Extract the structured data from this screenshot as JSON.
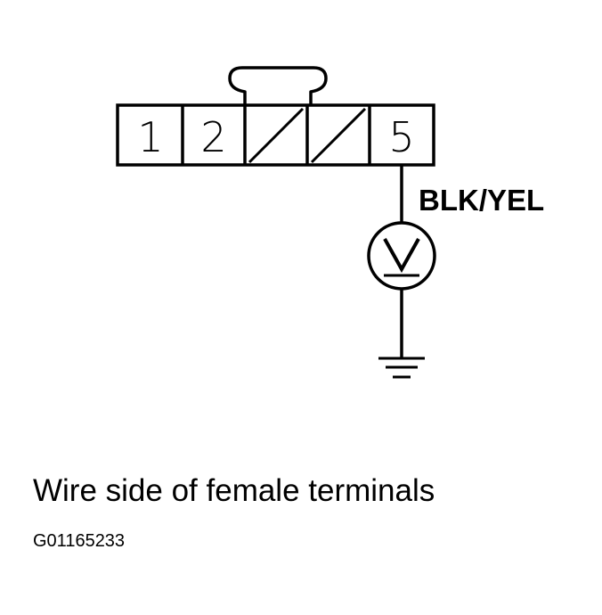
{
  "connector": {
    "terminals": [
      {
        "label": "1",
        "empty": false
      },
      {
        "label": "2",
        "empty": false
      },
      {
        "label": "",
        "empty": true
      },
      {
        "label": "",
        "empty": true
      },
      {
        "label": "5",
        "empty": false
      }
    ]
  },
  "wire": {
    "label": "BLK/YEL"
  },
  "meter": {
    "symbol": "V"
  },
  "caption": "Wire side of female terminals",
  "figure_id": "G01165233"
}
